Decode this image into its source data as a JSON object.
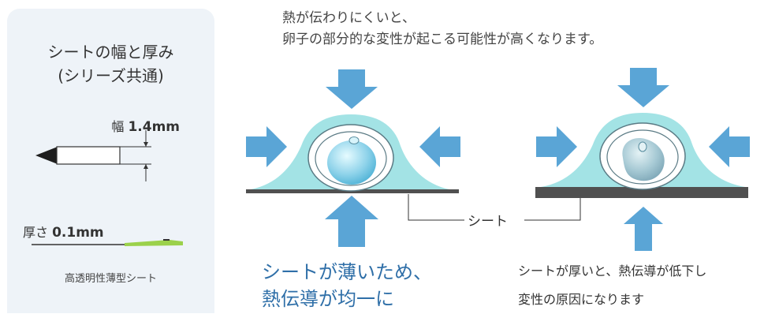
{
  "panel": {
    "title_line1": "シートの幅と厚み",
    "title_line2": "(シリーズ共通)",
    "width_label_prefix": "幅 ",
    "width_value": "1.4mm",
    "thickness_label_prefix": "厚さ ",
    "thickness_value": "0.1mm",
    "sheet_name": "高透明性薄型シート"
  },
  "top_note": {
    "line1": "熱が伝わりにくいと、",
    "line2": "卵子の部分的な変性が起こる可能性が高くなります。"
  },
  "sheet_label": "シート",
  "thin_message": {
    "line1": "シートが薄いため、",
    "line2": "熱伝導が均一に"
  },
  "thick_message": {
    "line1": "シートが厚いと、熱伝導が低下し",
    "line2": "変性の原因になります"
  },
  "colors": {
    "arrow": "#5aa5d6",
    "medium": "#a3e3e5",
    "sheet": "#505050",
    "panel_bg": "#eef3f8",
    "accent_text": "#2f6fa8"
  }
}
